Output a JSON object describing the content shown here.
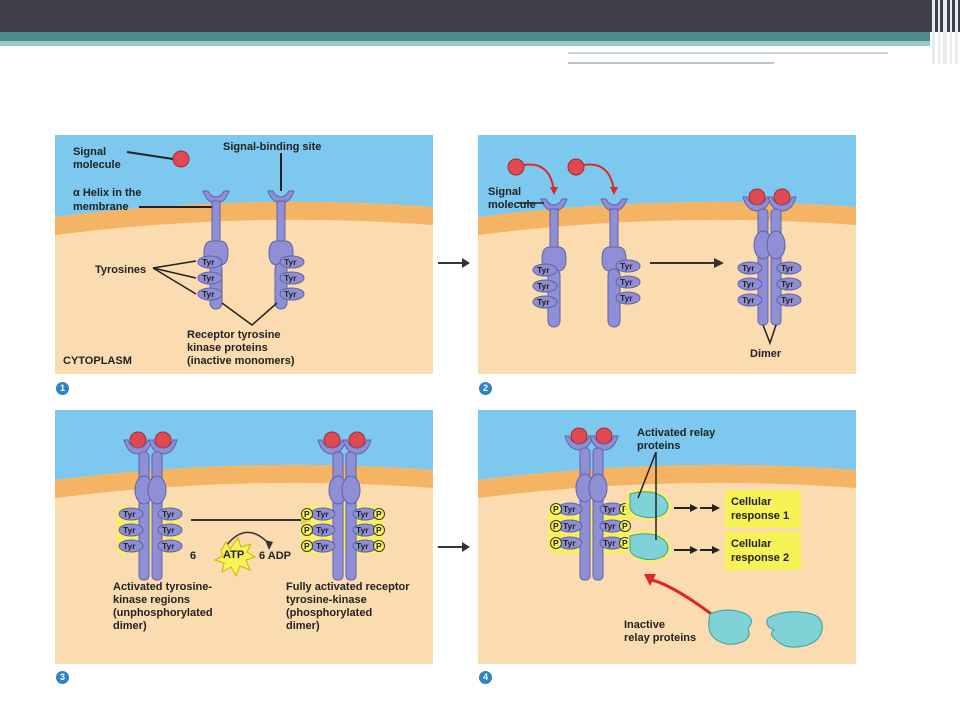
{
  "colors": {
    "extracellular": "#7cc8ef",
    "membrane": "#f5b463",
    "cytoplasm": "#fbdcb0",
    "receptor": "#8f8fd6",
    "receptor_dark": "#6161a8",
    "signal": "#e0494f",
    "relay": "#7fd3d6",
    "highlight": "#f7f256",
    "badge": "#2c83c6",
    "arrow_red": "#e02727"
  },
  "panel1": {
    "number": "1",
    "signal_molecule": [
      "Signal",
      "molecule"
    ],
    "signal_binding_site": "Signal-binding site",
    "alpha_helix": [
      "α Helix in the",
      "membrane"
    ],
    "tyrosines": "Tyrosines",
    "receptor_label": [
      "Receptor tyrosine",
      "kinase proteins",
      "(inactive monomers)"
    ],
    "cytoplasm": "CYTOPLASM",
    "tyr": "Tyr"
  },
  "panel2": {
    "number": "2",
    "signal_molecule": [
      "Signal",
      "molecule"
    ],
    "dimer": "Dimer",
    "tyr": "Tyr"
  },
  "panel3": {
    "number": "3",
    "atp_count": "6",
    "atp": "ATP",
    "adp": "6 ADP",
    "activated_label": [
      "Activated tyrosine-",
      "kinase regions",
      "(unphosphorylated",
      "dimer)"
    ],
    "fully_label": [
      "Fully activated receptor",
      "tyrosine-kinase",
      "(phosphorylated",
      "dimer)"
    ],
    "tyr": "Tyr",
    "p": "P"
  },
  "panel4": {
    "number": "4",
    "activated_relay": [
      "Activated relay",
      "proteins"
    ],
    "response1": [
      "Cellular",
      "response 1"
    ],
    "response2": [
      "Cellular",
      "response 2"
    ],
    "inactive_relay": [
      "Inactive",
      "relay proteins"
    ],
    "tyr": "Tyr",
    "p": "P"
  }
}
